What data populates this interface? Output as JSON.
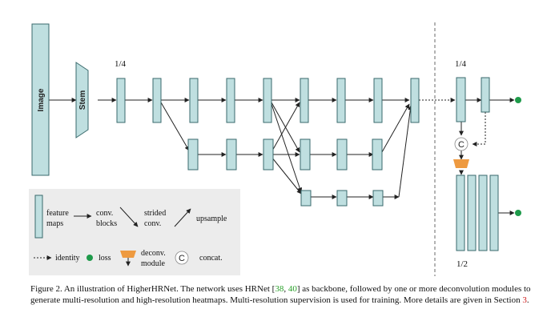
{
  "colors": {
    "block_fill": "#bfdfe0",
    "block_stroke": "#3a6a6c",
    "legend_bg": "#ececec",
    "loss_dot": "#1e9a4a",
    "deconv_fill": "#ee9a40",
    "ref_green": "#2aa02a",
    "section_red": "#d02020"
  },
  "diagram": {
    "image_label": "Image",
    "stem_label": "Stem",
    "scale_quarter_left": "1/4",
    "scale_quarter_right": "1/4",
    "scale_half": "1/2",
    "concat_symbol": "C"
  },
  "legend": {
    "feature": "feature",
    "maps": "maps",
    "conv": "conv.",
    "blocks": "blocks",
    "strided": "strided",
    "strided_conv": "conv.",
    "upsample": "upsample",
    "identity": "identity",
    "loss": "loss",
    "deconv": "deconv.",
    "module": "module",
    "concat_symbol": "C",
    "concat": "concat."
  },
  "caption": {
    "prefix": "Figure 2. An illustration of HigherHRNet.  The network uses HRNet [",
    "ref1": "38",
    "sep": ", ",
    "ref2": "40",
    "mid": "] as backbone, followed by one or more deconvolution modules to generate multi-resolution and high-resolution heatmaps. Multi-resolution supervision is used for training. More details are given in Section ",
    "section": "3",
    "suffix": "."
  }
}
